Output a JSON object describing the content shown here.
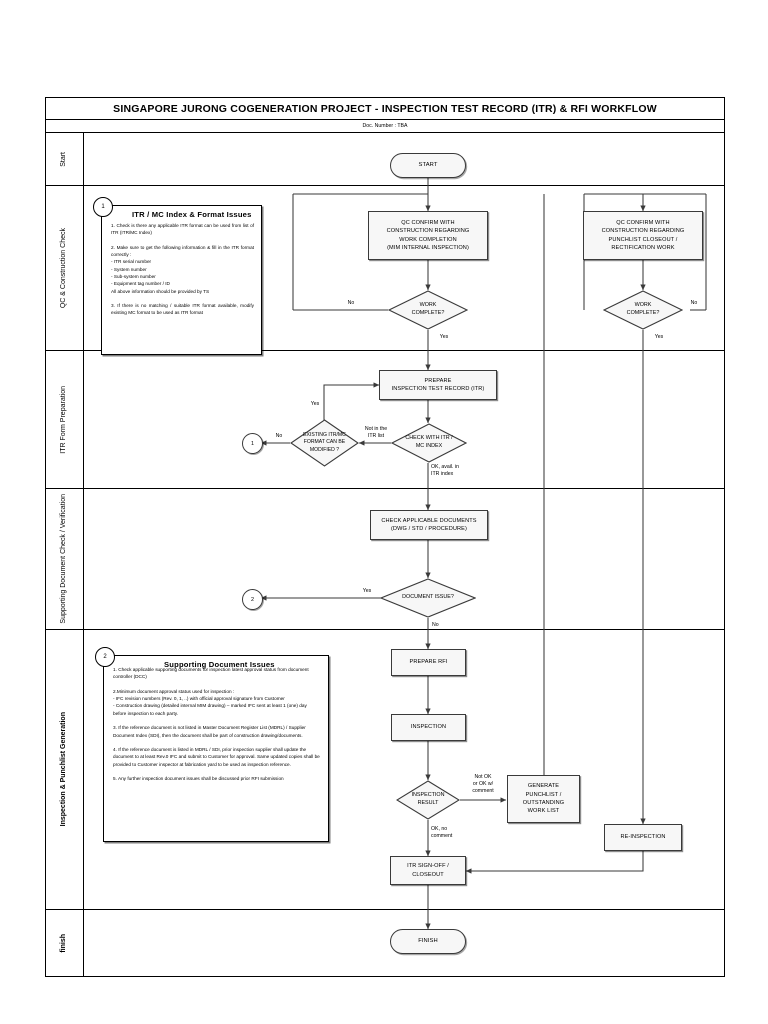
{
  "header": {
    "title": "SINGAPORE JURONG COGENERATION PROJECT - INSPECTION TEST RECORD (ITR) & RFI WORKFLOW",
    "doc_number": "Doc. Number : TBA"
  },
  "lanes": [
    {
      "label": "Start"
    },
    {
      "label": "QC & Construction Check"
    },
    {
      "label": "ITR Form Preparation"
    },
    {
      "label": "Supporting Document Check / Verification"
    },
    {
      "label": "Inspection & Punchlist Generation"
    },
    {
      "label": "finish"
    }
  ],
  "nodes": {
    "start": "START",
    "qc_confirm_work": "QC CONFIRM WITH\nCONSTRUCTION REGARDING\nWORK COMPLETION\n(MIM INTERNAL INSPECTION)",
    "qc_confirm_punch": "QC CONFIRM WITH\nCONSTRUCTION REGARDING\nPUNCHLIST CLOSEOUT /\nRECTIFICATION WORK",
    "work_complete_left": "WORK\nCOMPLETE?",
    "work_complete_right": "WORK\nCOMPLETE?",
    "prepare_itr": "PREPARE\nINSPECTION TEST RECORD (ITR)",
    "check_itr_index": "CHECK WITH ITR /\nMC INDEX",
    "existing_format": "EXISTING ITR/MC\nFORMAT CAN BE\nMODIFIED ?",
    "check_docs": "CHECK APPLICABLE DOCUMENTS\n(DWG / STD / PROCEDURE)",
    "document_issue": "DOCUMENT ISSUE?",
    "prepare_rfi": "PREPARE RFI",
    "inspection": "INSPECTION",
    "inspection_result": "INSPECTION\nRESULT",
    "generate_punchlist": "GENERATE\nPUNCHLIST /\nOUTSTANDING\nWORK LIST",
    "re_inspection": "RE-INSPECTION",
    "itr_signoff": "ITR SIGN-OFF /\nCLOSEOUT",
    "finish": "FINISH"
  },
  "connectors": {
    "one_a": "1",
    "one_b": "1",
    "two_a": "2",
    "two_b": "2"
  },
  "edge_labels": {
    "no_left_work": "No",
    "yes_left_work": "Yes",
    "no_right_work": "No",
    "yes_right_work": "Yes",
    "yes_existing": "Yes",
    "no_existing": "No",
    "not_in_itr_list": "Not in the\nITR list",
    "ok_avail": "OK, avail. in\nITR index",
    "yes_doc_issue": "Yes",
    "no_doc_issue": "No",
    "not_ok": "Not OK\nor OK w/\ncomment",
    "ok_no_comment": "OK, no\ncomment"
  },
  "notes": {
    "note1": {
      "badge": "1",
      "title": "ITR / MC Index & Format Issues",
      "body": "1. Check is there any applicable ITR format can be used from list of ITR (ITR/MC Index)\n\n2. Make sure to get the following information & fill in the ITR format correctly :\n- ITR serial number\n- System number\n- Sub-system number\n- Equipment tag number / ID\nAll above information should be provided by TS\n\n3. If there is no matching / suitable ITR format available, modify existing MC format to be used as ITR format"
    },
    "note2": {
      "badge": "2",
      "title": "Supporting Document Issues",
      "body": "1. Check applicable supporting documents for inspection latest approval status from document controller (DCC)\n\n2.Minimum document approval status used for inspection :\n- IFC revision numbers (Rev. 0, 1, ..) with official approval signature from Customer\n- Construction drawing (detailed internal MIM drawing) – marked IFC sent at least 1 (one) day before inspection to each party.\n\n3. If the reference document is not listed in Master Document Register List (MDRL) / Supplier Document Index (SDI), then the document shall be part of construction drawing/documents.\n\n4. If the reference document is listed in MDRL / SDI, prior inspection supplier shall update the document to at least Rev.0 IFC and submit to Customer for approval. Same updated copies shall be provided to Customer inspector at fabrication yard to be used as inspection reference.\n\n5. Any further inspection document issues shall be discussed prior RFI submission"
    }
  },
  "colors": {
    "node_fill": "#f7f7f7",
    "line": "#3a3a3a",
    "border": "#000000",
    "page": "#ffffff"
  }
}
